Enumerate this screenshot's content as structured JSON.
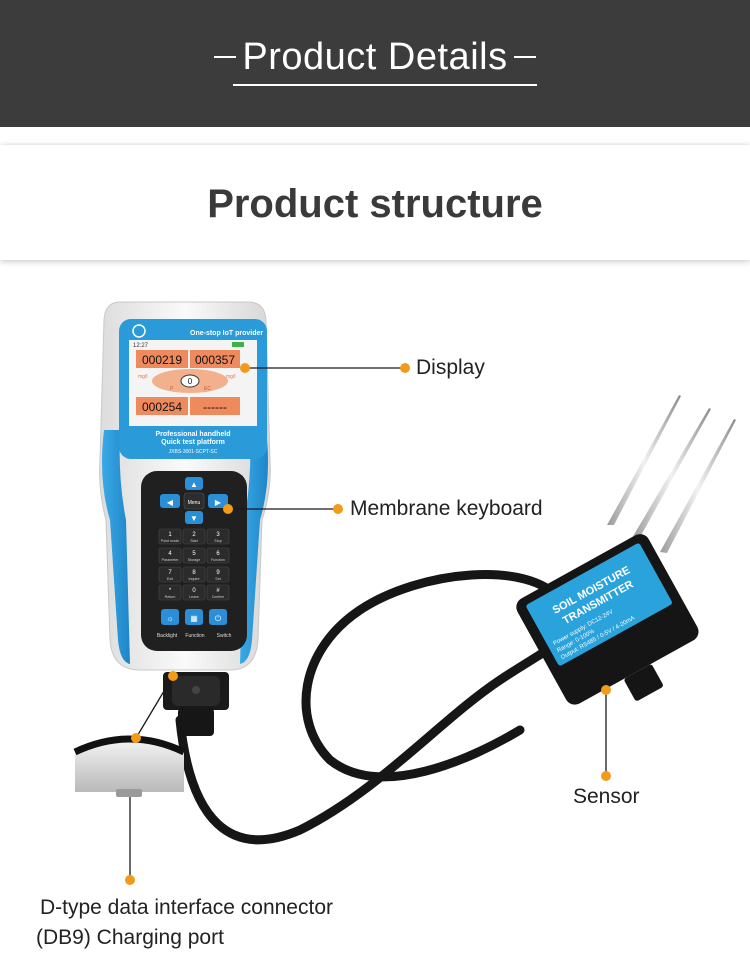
{
  "header": {
    "title": "Product Details"
  },
  "section": {
    "title": "Product structure"
  },
  "labels": {
    "display": "Display",
    "keyboard": "Membrane keyboard",
    "sensor": "Sensor",
    "connector_line1": "D-type data interface connector",
    "connector_line2": "(DB9) Charging port"
  },
  "device": {
    "brand_tagline": "One-stop IoT provider",
    "time": "12:27",
    "readings": [
      "000219",
      "000357",
      "000254",
      "------"
    ],
    "unit_left": "mg/l",
    "unit_right": "mg/l",
    "center_value": "0",
    "tag_p": "P",
    "tag_ec": "EC",
    "caption_line1": "Professional handheld",
    "caption_line2": "Quick test platform",
    "model": "JXBS-3001-SCPT-SC",
    "menu_key": "Menu",
    "keys": [
      {
        "num": "1",
        "label": "Point mode"
      },
      {
        "num": "2",
        "label": "Start"
      },
      {
        "num": "3",
        "label": "Stop"
      },
      {
        "num": "4",
        "label": "Parameter"
      },
      {
        "num": "5",
        "label": "Storage"
      },
      {
        "num": "6",
        "label": "Function"
      },
      {
        "num": "7",
        "label": "Exit"
      },
      {
        "num": "8",
        "label": "Inquire"
      },
      {
        "num": "9",
        "label": "Set"
      },
      {
        "num": "*",
        "label": "Return"
      },
      {
        "num": "0",
        "label": "Leave"
      },
      {
        "num": "#",
        "label": "Confirm"
      }
    ],
    "bottom_keys": [
      "Backlight",
      "Function",
      "Switch"
    ]
  },
  "sensor": {
    "title_line1": "SOIL MOISTURE",
    "title_line2": "TRANSMITTER",
    "spec1": "Power supply: DC12-24V",
    "spec2": "Range: 0-100%",
    "spec3": "Output: RS485 / 0-5V / 4-20mA"
  },
  "colors": {
    "header_bg": "#3c3c3c",
    "accent_blue": "#2a9ad8",
    "screen_orange": "#f08a5d",
    "dot_orange": "#f29a1a",
    "keypad_dark": "#222222"
  }
}
